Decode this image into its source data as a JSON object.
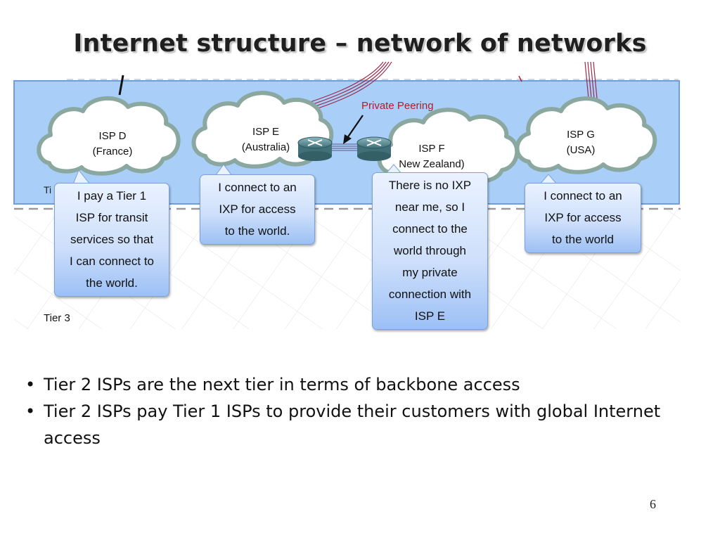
{
  "slide": {
    "title": "Internet structure – network of networks",
    "page_number": "6"
  },
  "diagram": {
    "tier_top_label": "Ti",
    "tier3_label": "Tier 3",
    "private_peering_label": "Private Peering",
    "clouds": [
      {
        "id": "isp-d",
        "label": "ISP D\n(France)"
      },
      {
        "id": "isp-e",
        "label": "ISP E\n(Australia)"
      },
      {
        "id": "isp-f",
        "label": "ISP F\nNew Zealand)"
      },
      {
        "id": "isp-g",
        "label": "ISP G\n(USA)"
      }
    ],
    "bubbles": [
      {
        "id": "isp-d",
        "text": "I pay a Tier 1\nISP for transit\nservices so that\nI can connect to\nthe world."
      },
      {
        "id": "isp-e",
        "text": "I connect to an\nIXP for access\nto the world."
      },
      {
        "id": "isp-f",
        "text": "There is no IXP\nnear me, so I\nconnect to the\nworld through\nmy private\nconnection with\nISP E"
      },
      {
        "id": "isp-g",
        "text": "I connect to an\nIXP for access\nto the world"
      }
    ],
    "colors": {
      "band": "#a9cff8",
      "band_border": "#6f9fd8",
      "cloud_fill": "#ffffff",
      "cloud_border": "#8aa7a0",
      "peering_text": "#b01c2b",
      "peering_lines": "#9a2a4a"
    }
  },
  "bullets": [
    "Tier 2 ISPs are the next tier in terms of backbone access",
    "Tier 2 ISPs pay Tier 1 ISPs to provide their customers with global Internet access"
  ]
}
